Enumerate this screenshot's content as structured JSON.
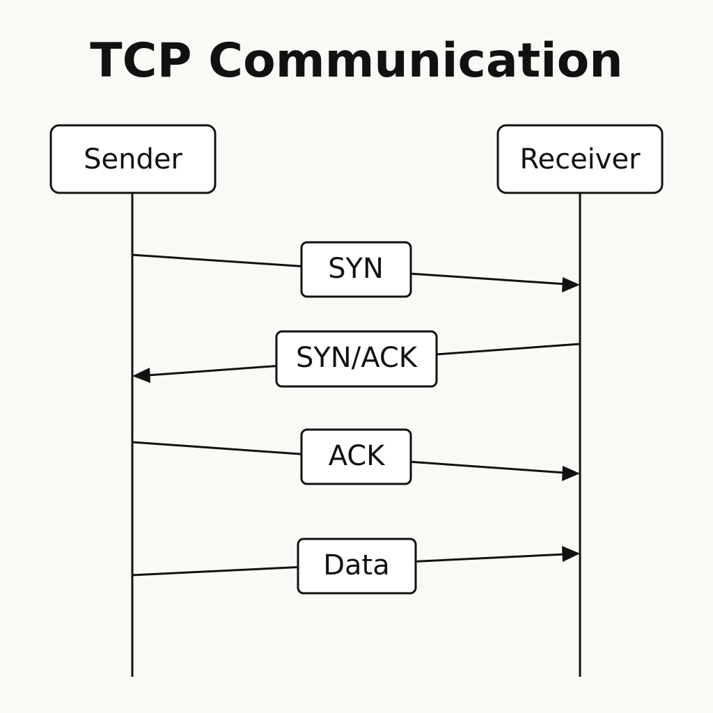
{
  "title": "TCP Communication",
  "participants": {
    "sender": "Sender",
    "receiver": "Receiver"
  },
  "messages": [
    {
      "label": "SYN",
      "from": "sender",
      "to": "receiver"
    },
    {
      "label": "SYN/ACK",
      "from": "receiver",
      "to": "sender"
    },
    {
      "label": "ACK",
      "from": "sender",
      "to": "receiver"
    },
    {
      "label": "Data",
      "from": "sender",
      "to": "receiver"
    }
  ],
  "colors": {
    "background": "#faf9f6",
    "ink": "#111111",
    "box_fill": "#ffffff"
  }
}
